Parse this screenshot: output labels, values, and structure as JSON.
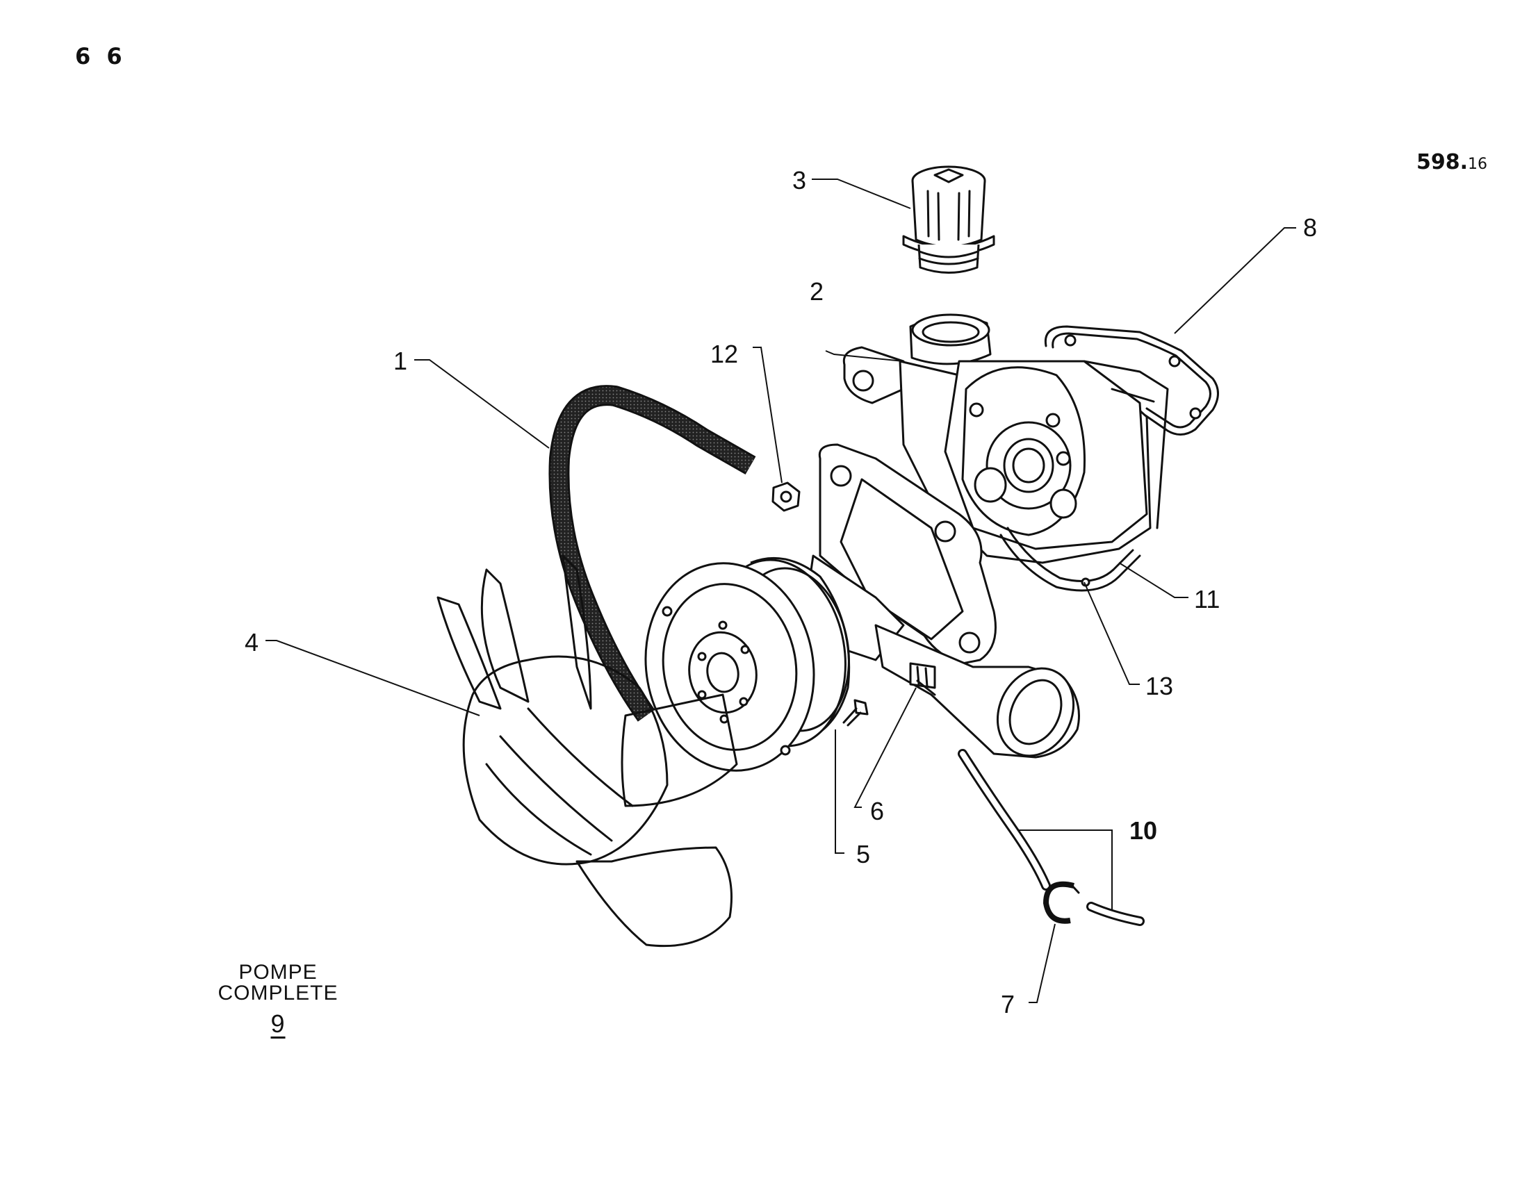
{
  "page_number": "6 6",
  "reference": {
    "main": "598.",
    "sub": "16"
  },
  "caption": {
    "line1": "POMPE",
    "line2": "COMPLETE",
    "number": "9"
  },
  "callouts": [
    {
      "id": "1",
      "text": "1"
    },
    {
      "id": "2",
      "text": "2"
    },
    {
      "id": "3",
      "text": "3"
    },
    {
      "id": "4",
      "text": "4"
    },
    {
      "id": "5",
      "text": "5"
    },
    {
      "id": "6",
      "text": "6"
    },
    {
      "id": "7",
      "text": "7"
    },
    {
      "id": "8",
      "text": "8"
    },
    {
      "id": "10",
      "text": "10"
    },
    {
      "id": "11",
      "text": "11"
    },
    {
      "id": "12",
      "text": "12"
    },
    {
      "id": "13",
      "text": "13"
    }
  ]
}
